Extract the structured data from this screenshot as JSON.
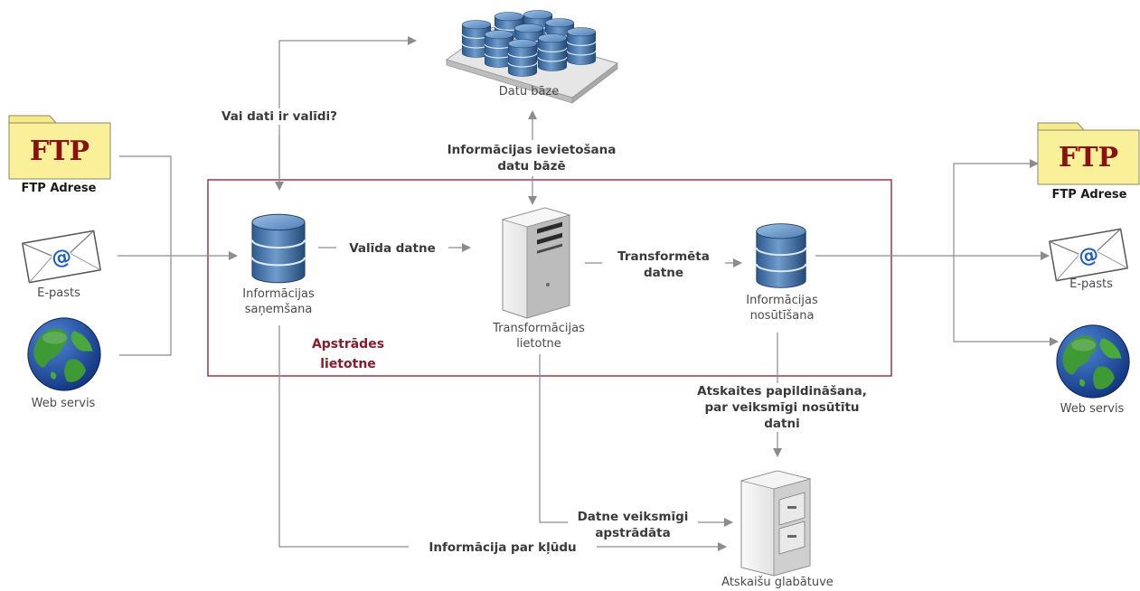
{
  "app_box": {
    "label_line1": "Apstrādes",
    "label_line2": "lietotne"
  },
  "left": {
    "ftp_icon_text": "FTP",
    "ftp_label": "FTP Adrese",
    "email_label": "E-pasts",
    "web_label": "Web servis"
  },
  "right": {
    "ftp_icon_text": "FTP",
    "ftp_label": "FTP Adrese",
    "email_label": "E-pasts",
    "web_label": "Web servis"
  },
  "nodes": {
    "database_label": "Datu bāze",
    "receive_line1": "Informācijas",
    "receive_line2": "saņemšana",
    "transform_line1": "Transformācijas",
    "transform_line2": "lietotne",
    "send_line1": "Informācijas",
    "send_line2": "nosūtīšana",
    "storage_label": "Atskaišu glabātuve"
  },
  "flows": {
    "validate": "Vai dati ir valīdi?",
    "insert_line1": "Informācijas ievietošana",
    "insert_line2": "datu bāzē",
    "valid_file": "Valīda datne",
    "transformed_line1": "Transformēta",
    "transformed_line2": "datne",
    "report_line1": "Atskaites papildināšana,",
    "report_line2": "par veiksmīgi nosūtītu",
    "report_line3": "datni",
    "processed_line1": "Datne veiksmīgi",
    "processed_line2": "apstrādāta",
    "error_info": "Informācija par kļūdu"
  },
  "colors": {
    "app_box_border": "#8b1a2b",
    "app_label": "#8b1a2b",
    "connector": "#8c8c8c",
    "folder": "#fbf09a",
    "ftp_text": "#8b1010",
    "db_blue": "#3b6aa0"
  }
}
